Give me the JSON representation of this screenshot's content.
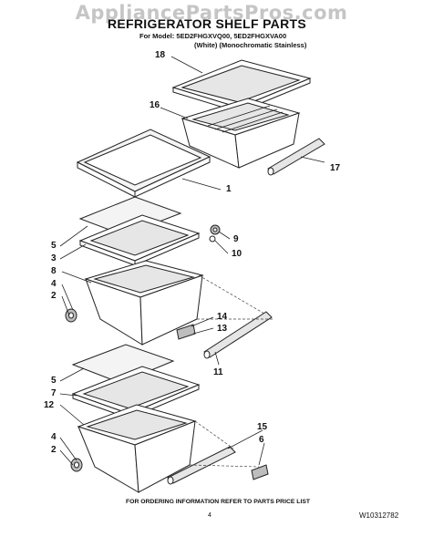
{
  "watermark": "AppliancePartsPros.com",
  "header": {
    "title": "REFRIGERATOR SHELF PARTS",
    "model_line1": "For Model: 5ED2FHGXVQ00, 5ED2FHGXVA00",
    "model_line2": "(White)  (Monochromatic Stainless)"
  },
  "callouts": {
    "c18": "18",
    "c16": "16",
    "c17": "17",
    "c1": "1",
    "c9": "9",
    "c10": "10",
    "c5a": "5",
    "c3": "3",
    "c8": "8",
    "c4a": "4",
    "c2a": "2",
    "c14": "14",
    "c13": "13",
    "c11": "11",
    "c5b": "5",
    "c7": "7",
    "c12": "12",
    "c15": "15",
    "c6": "6",
    "c4b": "4",
    "c2b": "2"
  },
  "footer": {
    "note": "FOR ORDERING INFORMATION REFER TO PARTS PRICE LIST",
    "page": "4",
    "doc_number": "W10312782"
  }
}
